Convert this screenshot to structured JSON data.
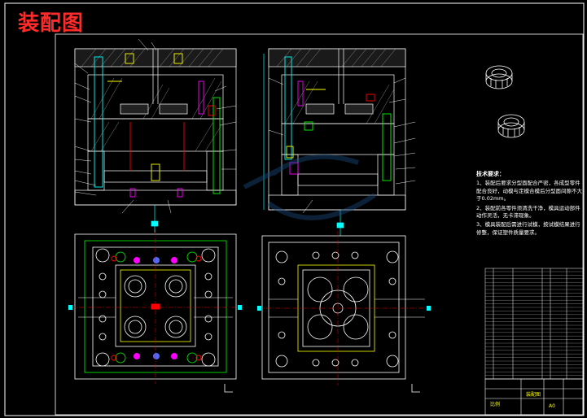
{
  "drawing": {
    "title": "装配图",
    "colors": {
      "background": "#000000",
      "title": "#ff2a2a",
      "frame": "#ffffff",
      "part_yellow": "#ffff00",
      "part_green": "#00ff00",
      "part_cyan": "#00ffff",
      "part_magenta": "#ff00ff",
      "part_red": "#ff0000",
      "part_blue": "#4f6bff",
      "hatch": "#c8c8c8"
    },
    "notes": {
      "heading": "技术要求：",
      "items": [
        "1、装配后要求分型面配合严密，各成型零件配合良好，动模与定模合模后分型面间隙不大于0.02mm。",
        "2、装配前各零件须清洗干净，模具运动部件动作灵活，无卡滞现象。",
        "3、模具装配后需进行试模，按试模结果进行修整，保证塑件质量要求。"
      ]
    },
    "title_block": {
      "drawing_name": "装配图",
      "scale_label": "比例",
      "sheet_label": "A0"
    }
  }
}
